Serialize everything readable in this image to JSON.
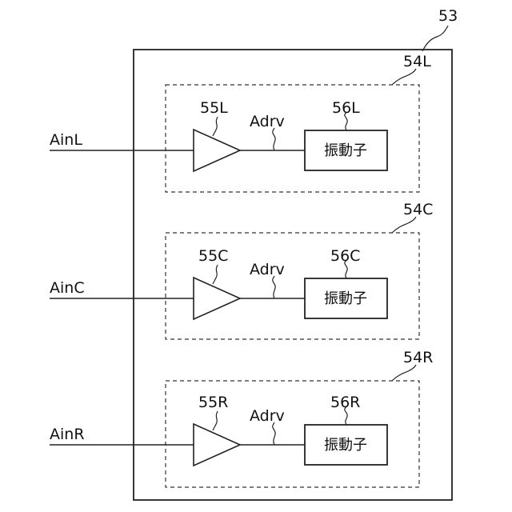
{
  "device": {
    "ref": "53"
  },
  "channels": [
    {
      "unit_ref": "54L",
      "input_label": "AinL",
      "amp_ref": "55L",
      "signal_label": "Adrv",
      "vibrator_ref": "56L",
      "vibrator_label": "振動子"
    },
    {
      "unit_ref": "54C",
      "input_label": "AinC",
      "amp_ref": "55C",
      "signal_label": "Adrv",
      "vibrator_ref": "56C",
      "vibrator_label": "振動子"
    },
    {
      "unit_ref": "54R",
      "input_label": "AinR",
      "amp_ref": "55R",
      "signal_label": "Adrv",
      "vibrator_ref": "56R",
      "vibrator_label": "振動子"
    }
  ]
}
